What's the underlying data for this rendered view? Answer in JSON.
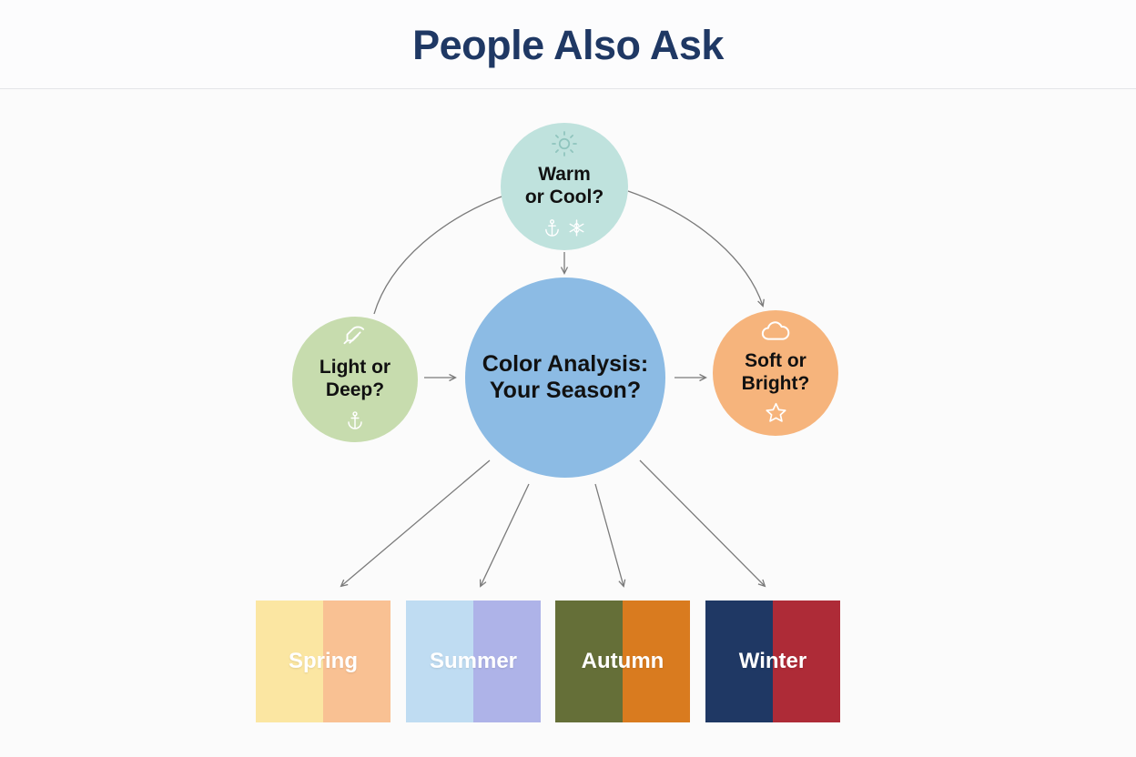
{
  "header": {
    "title": "People Also Ask"
  },
  "diagram": {
    "center": {
      "label": "Color Analysis:\nYour Season?",
      "color": "#8cbbe4"
    },
    "nodes": [
      {
        "id": "top",
        "label": "Warm\nor Cool?",
        "color": "#bfe2dd",
        "icon_top": "sun-icon",
        "icons_bottom": [
          "anchor-icon",
          "snowflake-icon"
        ]
      },
      {
        "id": "left",
        "label": "Light or\nDeep?",
        "color": "#c7dcae",
        "icon_top": "feather-icon",
        "icons_bottom": [
          "anchor-icon"
        ]
      },
      {
        "id": "right",
        "label": "Soft or\nBright?",
        "color": "#f6b47c",
        "icon_top": "cloud-icon",
        "icons_bottom": [
          "star-icon"
        ]
      }
    ],
    "connector_color": "#7a7a7a"
  },
  "seasons": [
    {
      "name": "Spring",
      "color_a": "#fbe6a2",
      "color_b": "#f9c193"
    },
    {
      "name": "Summer",
      "color_a": "#bfdcf2",
      "color_b": "#aeb3e8"
    },
    {
      "name": "Autumn",
      "color_a": "#656f38",
      "color_b": "#d97b1f"
    },
    {
      "name": "Winter",
      "color_a": "#1f3864",
      "color_b": "#ae2b37"
    }
  ]
}
